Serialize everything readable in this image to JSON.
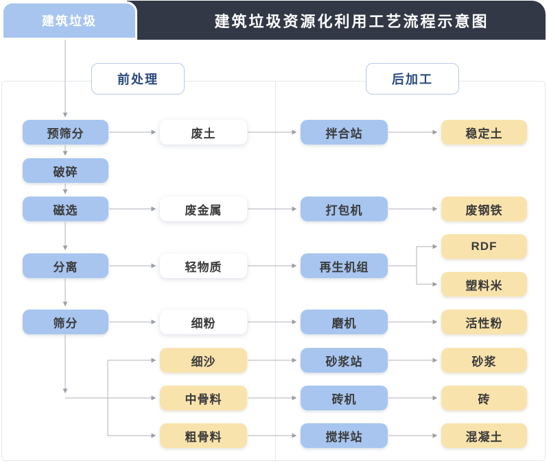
{
  "header": {
    "tab": "建筑垃圾",
    "title": "建筑垃圾资源化利用工艺流程示意图"
  },
  "sections": {
    "pre": "前处理",
    "post": "后加工"
  },
  "colors": {
    "header_bar": "#323845",
    "process_blue": "#a7c5ef",
    "product_yellow": "#f9e3ad",
    "intermediate_white": "#ffffff",
    "section_text": "#2a4a7e",
    "panel_border": "#e3e6ee",
    "arrow_gray": "#a9aeb6"
  },
  "nodes": [
    {
      "id": "pre-screening",
      "label": "预筛分",
      "stage": "pre",
      "kind": "process"
    },
    {
      "id": "crushing",
      "label": "破碎",
      "stage": "pre",
      "kind": "process"
    },
    {
      "id": "magnetic-separation",
      "label": "磁选",
      "stage": "pre",
      "kind": "process"
    },
    {
      "id": "separation",
      "label": "分离",
      "stage": "pre",
      "kind": "process"
    },
    {
      "id": "screening",
      "label": "筛分",
      "stage": "pre",
      "kind": "process"
    },
    {
      "id": "waste-soil",
      "label": "废土",
      "stage": "pre",
      "kind": "intermediate"
    },
    {
      "id": "waste-metal",
      "label": "废金属",
      "stage": "pre",
      "kind": "intermediate"
    },
    {
      "id": "light-material",
      "label": "轻物质",
      "stage": "pre",
      "kind": "intermediate"
    },
    {
      "id": "fine-powder",
      "label": "细粉",
      "stage": "pre",
      "kind": "intermediate"
    },
    {
      "id": "fine-sand",
      "label": "细沙",
      "stage": "pre",
      "kind": "product"
    },
    {
      "id": "medium-aggregate",
      "label": "中骨料",
      "stage": "pre",
      "kind": "product"
    },
    {
      "id": "coarse-aggregate",
      "label": "粗骨料",
      "stage": "pre",
      "kind": "product"
    },
    {
      "id": "mixing-plant",
      "label": "拌合站",
      "stage": "post",
      "kind": "process"
    },
    {
      "id": "baler",
      "label": "打包机",
      "stage": "post",
      "kind": "process"
    },
    {
      "id": "regeneration-unit",
      "label": "再生机组",
      "stage": "post",
      "kind": "process"
    },
    {
      "id": "mill",
      "label": "磨机",
      "stage": "post",
      "kind": "process"
    },
    {
      "id": "mortar-plant",
      "label": "砂浆站",
      "stage": "post",
      "kind": "process"
    },
    {
      "id": "brick-machine",
      "label": "砖机",
      "stage": "post",
      "kind": "process"
    },
    {
      "id": "concrete-mixing-plant",
      "label": "搅拌站",
      "stage": "post",
      "kind": "process"
    },
    {
      "id": "stabilized-soil",
      "label": "稳定土",
      "stage": "post",
      "kind": "product"
    },
    {
      "id": "scrap-steel",
      "label": "废钢铁",
      "stage": "post",
      "kind": "product"
    },
    {
      "id": "rdf",
      "label": "RDF",
      "stage": "post",
      "kind": "product"
    },
    {
      "id": "plastic-pellets",
      "label": "塑料米",
      "stage": "post",
      "kind": "product"
    },
    {
      "id": "active-powder",
      "label": "活性粉",
      "stage": "post",
      "kind": "product"
    },
    {
      "id": "mortar",
      "label": "砂浆",
      "stage": "post",
      "kind": "product"
    },
    {
      "id": "brick",
      "label": "砖",
      "stage": "post",
      "kind": "product"
    },
    {
      "id": "concrete",
      "label": "混凝土",
      "stage": "post",
      "kind": "product"
    }
  ],
  "edges": [
    [
      "建筑垃圾",
      "预筛分"
    ],
    [
      "预筛分",
      "破碎"
    ],
    [
      "破碎",
      "磁选"
    ],
    [
      "磁选",
      "分离"
    ],
    [
      "分离",
      "筛分"
    ],
    [
      "筛分",
      "细沙"
    ],
    [
      "筛分",
      "中骨料"
    ],
    [
      "筛分",
      "粗骨料"
    ],
    [
      "预筛分",
      "废土"
    ],
    [
      "磁选",
      "废金属"
    ],
    [
      "分离",
      "轻物质"
    ],
    [
      "筛分",
      "细粉"
    ],
    [
      "废土",
      "拌合站"
    ],
    [
      "废金属",
      "打包机"
    ],
    [
      "轻物质",
      "再生机组"
    ],
    [
      "细粉",
      "磨机"
    ],
    [
      "细沙",
      "砂浆站"
    ],
    [
      "中骨料",
      "砖机"
    ],
    [
      "粗骨料",
      "搅拌站"
    ],
    [
      "拌合站",
      "稳定土"
    ],
    [
      "打包机",
      "废钢铁"
    ],
    [
      "再生机组",
      "RDF"
    ],
    [
      "再生机组",
      "塑料米"
    ],
    [
      "磨机",
      "活性粉"
    ],
    [
      "砂浆站",
      "砂浆"
    ],
    [
      "砖机",
      "砖"
    ],
    [
      "搅拌站",
      "混凝土"
    ]
  ]
}
